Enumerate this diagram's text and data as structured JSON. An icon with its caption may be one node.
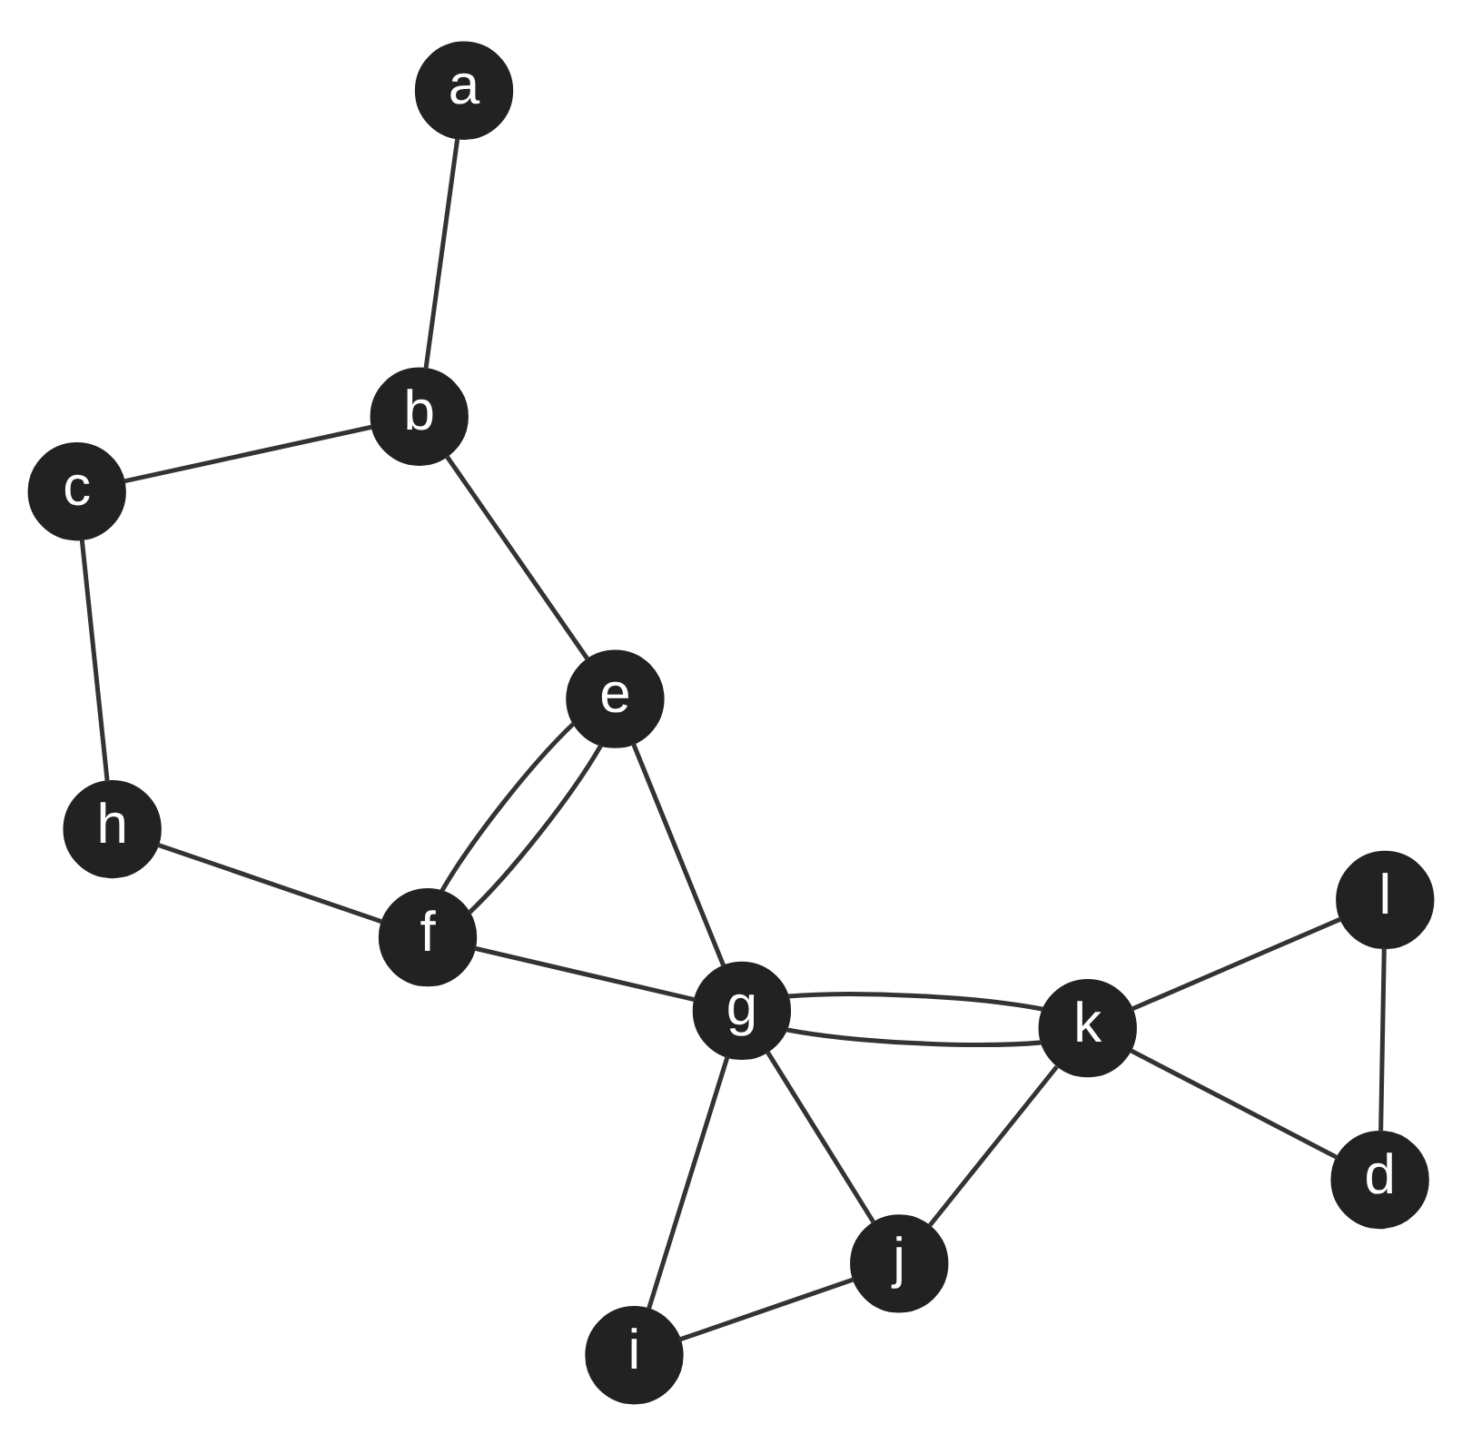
{
  "diagram": {
    "nodes": [
      {
        "text": [
          "a"
        ]
      },
      {
        "text": [
          "b"
        ]
      },
      {
        "text": [
          "c"
        ]
      },
      {
        "text": [
          "d"
        ]
      },
      {
        "text": [
          "e"
        ]
      },
      {
        "text": [
          "f"
        ]
      },
      {
        "text": [
          "g"
        ]
      },
      {
        "text": [
          "h"
        ]
      },
      {
        "text": [
          "i"
        ]
      },
      {
        "text": [
          "j"
        ]
      },
      {
        "text": [
          "k"
        ]
      },
      {
        "text": [
          "l"
        ]
      }
    ],
    "edges": [
      {
        "from": 0,
        "to": 1,
        "arrow": "none"
      },
      {
        "from": 1,
        "to": 2,
        "arrow": "none"
      },
      {
        "from": 1,
        "to": 4,
        "arrow": "none"
      },
      {
        "from": 4,
        "to": 5,
        "arrow": "none"
      },
      {
        "from": 4,
        "to": 5,
        "arrow": "none"
      },
      {
        "from": 4,
        "to": 6,
        "arrow": "none"
      },
      {
        "from": 5,
        "to": 6,
        "arrow": "none"
      },
      {
        "from": 5,
        "to": 7,
        "arrow": "none"
      },
      {
        "from": 2,
        "to": 7,
        "arrow": "none"
      },
      {
        "from": 8,
        "to": 6,
        "arrow": "none"
      },
      {
        "from": 6,
        "to": 9,
        "arrow": "none"
      },
      {
        "from": 6,
        "to": 10,
        "arrow": "none"
      },
      {
        "from": 6,
        "to": 10,
        "arrow": "none"
      },
      {
        "from": 8,
        "to": 9,
        "arrow": "none"
      },
      {
        "from": 9,
        "to": 10,
        "arrow": "none"
      },
      {
        "from": 10,
        "to": 11,
        "arrow": "none"
      },
      {
        "from": 10,
        "to": 3,
        "arrow": "none"
      },
      {
        "from": 11,
        "to": 3,
        "arrow": "none"
      }
    ]
  }
}
